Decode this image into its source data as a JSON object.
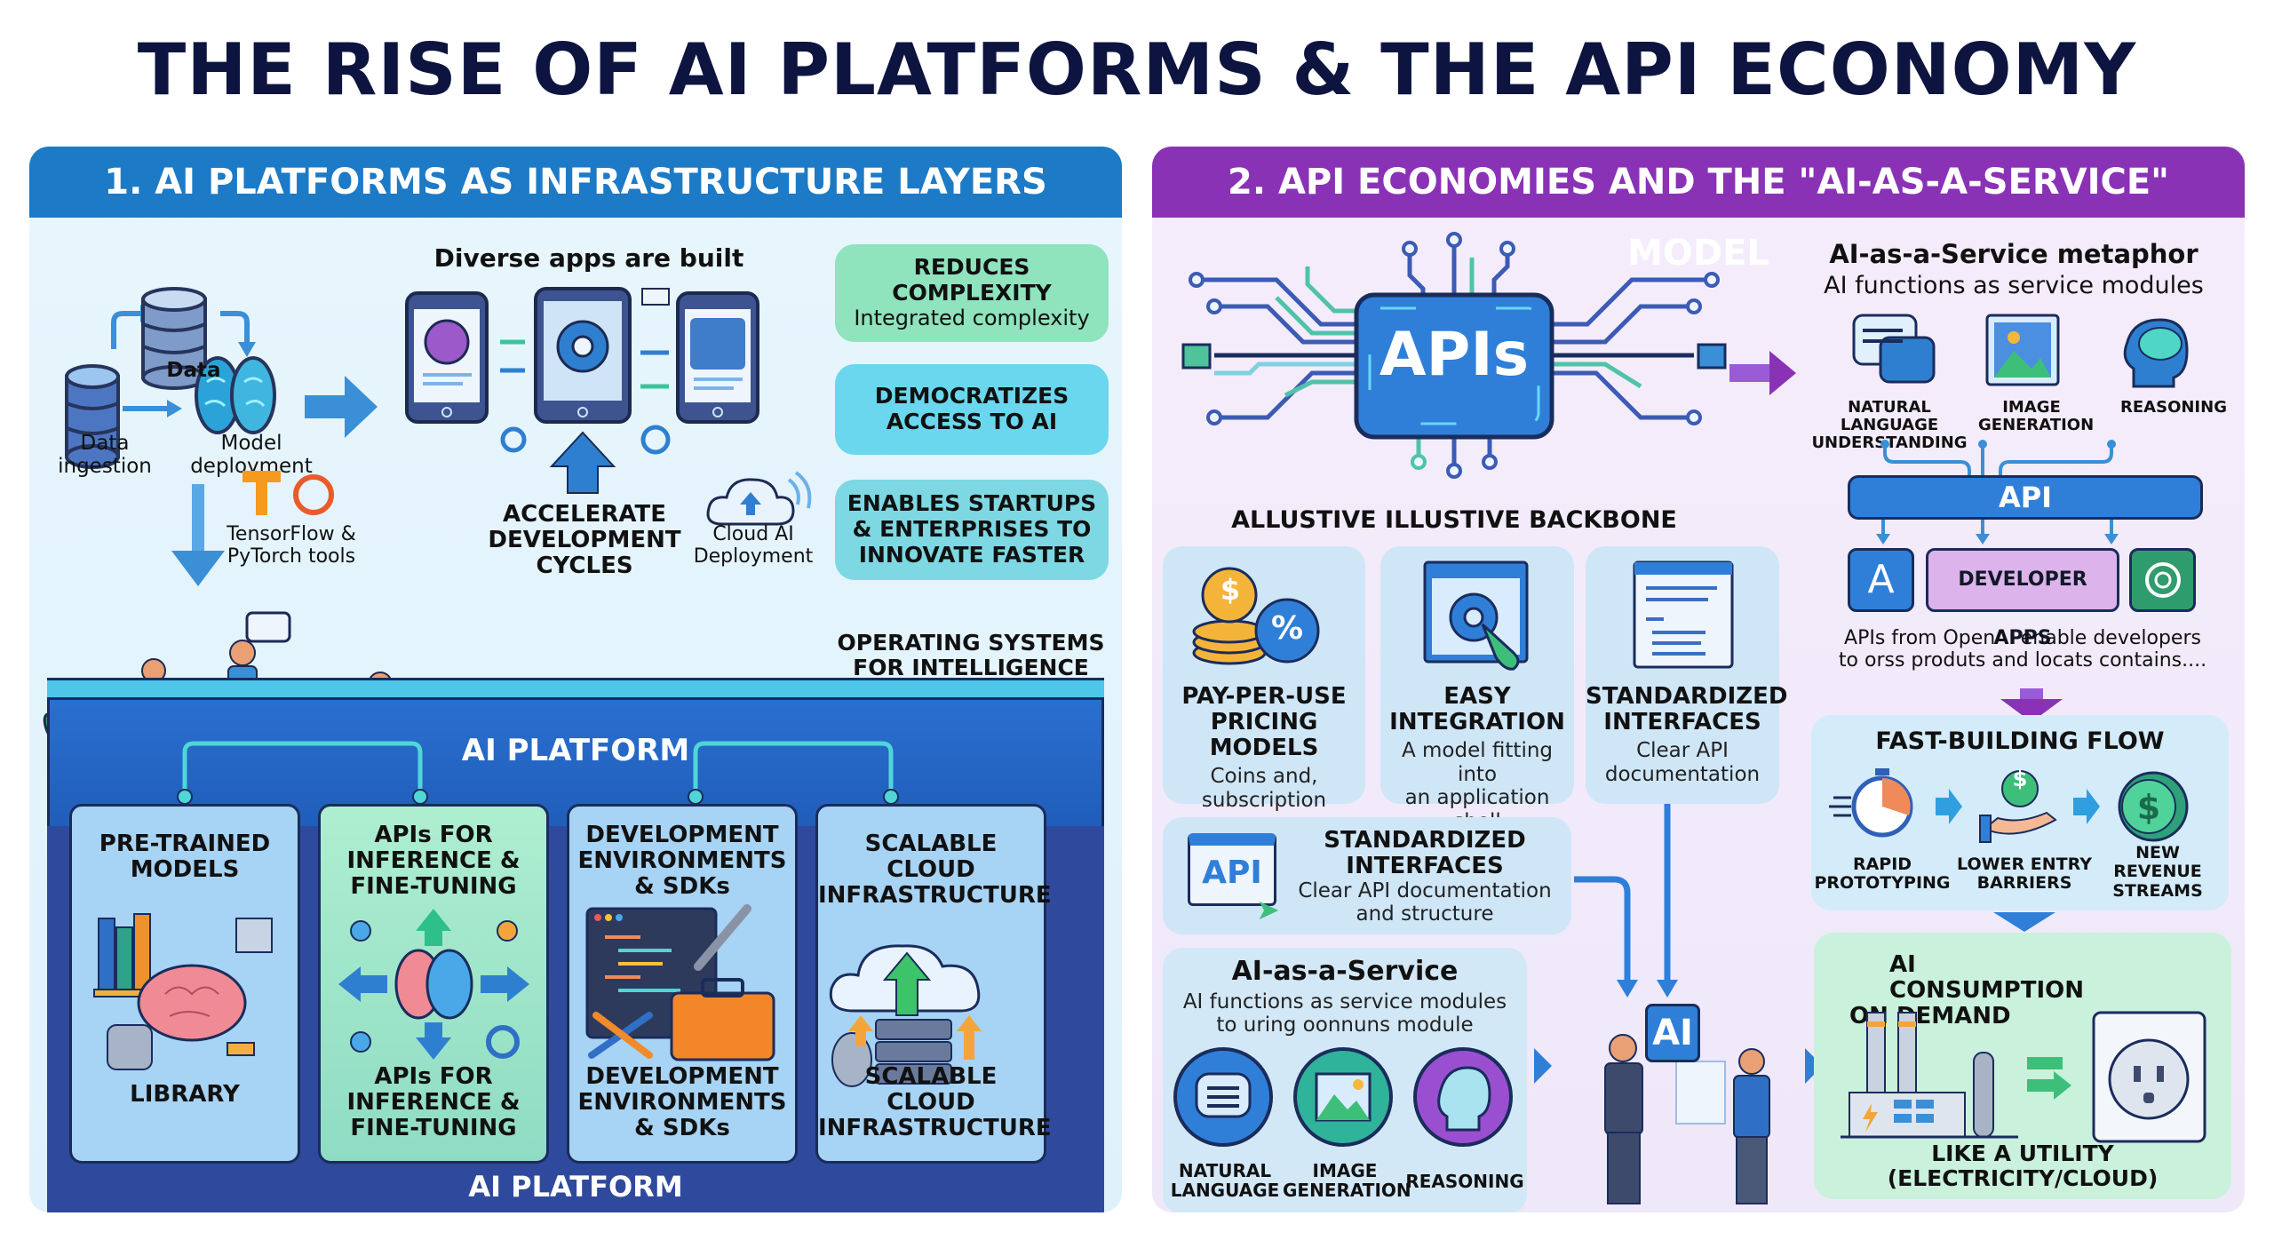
{
  "title": "THE RISE OF AI PLATFORMS & THE API ECONOMY",
  "left": {
    "header": "1. AI PLATFORMS AS INFRASTRUCTURE LAYERS",
    "pipeline": {
      "data_label": "Data",
      "ingestion_label": "Data\ningestion",
      "ingestion_l1": "Data",
      "ingestion_l2": "ingestion",
      "deploy_l1": "Model",
      "deploy_l2": "deployment"
    },
    "apps_heading": "Diverse apps are built",
    "tools": {
      "frameworks_l1": "TensorFlow &",
      "frameworks_l2": "PyTorch tools",
      "accelerate_l1": "ACCELERATE",
      "accelerate_l2": "DEVELOPMENT",
      "accelerate_l3": "CYCLES",
      "cloud_l1": "Cloud AI",
      "cloud_l2": "Deployment"
    },
    "benefits": [
      {
        "l1": "REDUCES",
        "l2": "COMPLEXITY",
        "sub": "Integrated complexity",
        "color": "#8fe3bd"
      },
      {
        "l1": "DEMOCRATIZES",
        "l2": "ACCESS TO AI",
        "color": "#6ad7ee"
      },
      {
        "l1": "ENABLES STARTUPS",
        "l2": "& ENTERPRISES TO",
        "l3": "INNOVATE FASTER",
        "color": "#7dd8e3"
      }
    ],
    "os_l1": "OPERATING SYSTEMS",
    "os_l2": "FOR INTELLIGENCE",
    "platform_label": "AI PLATFORM",
    "platform_footer": "AI PLATFORM",
    "pillars": [
      {
        "t1": "PRE-TRAINED",
        "t2": "MODELS",
        "b1": "LIBRARY",
        "color": "#a7d3f4"
      },
      {
        "t1": "APIs FOR",
        "t2": "INFERENCE &",
        "t3": "FINE-TUNING",
        "b1": "APIs FOR",
        "b2": "INFERENCE &",
        "b3": "FINE-TUNING",
        "color": "#9fe6c6"
      },
      {
        "t1": "DEVELOPMENT",
        "t2": "ENVIRONMENTS",
        "t3": "& SDKs",
        "b1": "DEVELOPMENT",
        "b2": "ENVIRONMENTS",
        "b3": "& SDKs",
        "color": "#a7d3f4"
      },
      {
        "t1": "SCALABLE CLOUD",
        "t2": "INFRASTRUCTURE",
        "b1": "SCALABLE CLOUD",
        "b2": "INFRASTRUCTURE",
        "color": "#a7d3f4"
      }
    ]
  },
  "right": {
    "header": "2. API ECONOMIES AND THE \"AI-AS-A-SERVICE\" MODEL",
    "chip_label": "APIs",
    "backbone_caption": "ALLUSTIVE ILLUSTIVE BACKBONE",
    "metaphor": {
      "title": "AI-as-a-Service metaphor",
      "subtitle": "AI functions as service modules",
      "services": [
        {
          "l1": "NATURAL LANGUAGE",
          "l2": "UNDERSTANDING"
        },
        {
          "l1": "IMAGE",
          "l2": "GENERATION"
        },
        {
          "l1": "REASONING",
          "l2": ""
        }
      ],
      "api_bar": "API",
      "developer_apps": "DEVELOPER APPS",
      "note_l1": "APIs from OpenAI enable developers",
      "note_l2": "to orss produts and locats contains...."
    },
    "features": [
      {
        "t1": "PAY-PER-USE",
        "t2": "PRICING MODELS",
        "s1": "Coins and,",
        "s2": "subscription"
      },
      {
        "t1": "EASY",
        "t2": "INTEGRATION",
        "s1": "A model fitting into",
        "s2": "an application shell"
      },
      {
        "t1": "STANDARDIZED",
        "t2": "INTERFACES",
        "s1": "Clear API",
        "s2": "documentation"
      }
    ],
    "std_card": {
      "icon_text": "API",
      "t1": "STANDARDIZED",
      "t2": "INTERFACES",
      "s1": "Clear API documentation",
      "s2": "and structure"
    },
    "aaas": {
      "title": "AI-as-a-Service",
      "s1": "AI functions as service modules",
      "s2": "to uring oonnuns module",
      "items": [
        {
          "l1": "NATURAL",
          "l2": "LANGUAGE"
        },
        {
          "l1": "IMAGE",
          "l2": "GENERATION"
        },
        {
          "l1": "REASONING",
          "l2": ""
        }
      ]
    },
    "ai_badge": "AI",
    "fast_flow": {
      "title": "FAST-BUILDING FLOW",
      "steps": [
        {
          "l1": "RAPID",
          "l2": "PROTOTYPING",
          "l3": ""
        },
        {
          "l1": "LOWER ENTRY",
          "l2": "BARRIERS",
          "l3": ""
        },
        {
          "l1": "NEW",
          "l2": "REVENUE",
          "l3": "STREAMS"
        }
      ]
    },
    "consumption": {
      "t1": "AI CONSUMPTION",
      "t2": "ON DEMAND",
      "b1": "LIKE A UTILITY",
      "b2": "(ELECTRICITY/CLOUD)"
    }
  },
  "colors": {
    "title": "#0d1440",
    "left_header": "#1c7ac6",
    "right_header": "#8a32b6",
    "platform_blue": "#2a6fcf",
    "platform_dark": "#2f4a9c"
  }
}
